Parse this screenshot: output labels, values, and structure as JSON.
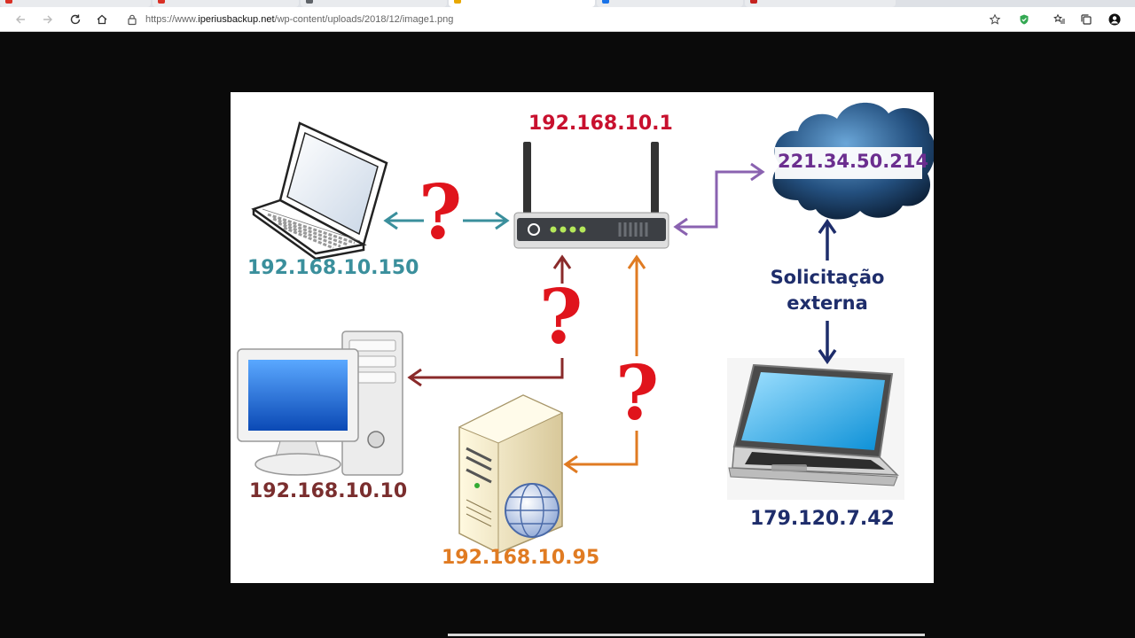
{
  "browser": {
    "url_prefix": "https://www.",
    "url_host": "iperiusbackup.net",
    "url_path": "/wp-content/uploads/2018/12/image1.png",
    "tab_colors": [
      "#d93025",
      "#d93025",
      "#5f6368",
      "#e8a800",
      "#1a73e8",
      "#c5221f"
    ],
    "icons": [
      "back-arrow",
      "forward-arrow",
      "reload",
      "home",
      "lock",
      "star",
      "shield-extension",
      "favorites",
      "collections",
      "profile"
    ]
  },
  "diagram": {
    "router_ip": "192.168.10.1",
    "cloud_ip": "221.34.50.214",
    "laptop_ip": "192.168.10.150",
    "desktop_ip": "192.168.10.10",
    "server_ip": "192.168.10.95",
    "external_laptop_ip": "179.120.7.42",
    "request_label_line1": "Solicitação",
    "request_label_line2": "externa",
    "question_mark": "?",
    "colors": {
      "router_ip": "#c8102e",
      "cloud_ip": "#6b2e8f",
      "laptop_ip": "#3a8f9c",
      "desktop_ip": "#7a2e2e",
      "server_ip": "#e07b22",
      "external": "#1e2d6b",
      "question": "#e0141c",
      "teal_arrow": "#3a8f9c",
      "purple_arrow": "#8a62b0",
      "maroon_arrow": "#8a2a2a",
      "orange_arrow": "#e07b22",
      "navy_arrow": "#1e2d6b"
    }
  }
}
